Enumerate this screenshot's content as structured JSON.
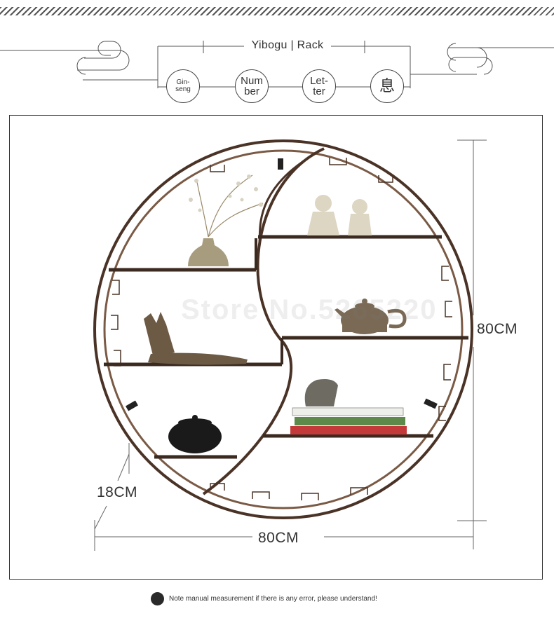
{
  "header": {
    "title": "Yibogu | Rack",
    "badges": [
      {
        "label_top": "Gin-",
        "label_bottom": "seng"
      },
      {
        "label_top": "Num",
        "label_bottom": "ber"
      },
      {
        "label_top": "Let-",
        "label_bottom": "ter"
      },
      {
        "label_top": "息",
        "label_bottom": ""
      }
    ]
  },
  "dimensions": {
    "width": "80CM",
    "height": "80CM",
    "depth": "18CM"
  },
  "watermark": "Store No.5265220",
  "footer": {
    "note": "Note manual measurement if there is any error, please understand!"
  },
  "colors": {
    "frame_metal": "#4a3326",
    "frame_bronze": "#7a5a45",
    "vase": "#a89c7e",
    "teapot": "#7a6a55",
    "lidded_jar": "#1a1a1a",
    "figurine": "#ddd6c3",
    "hand_sculpture": "#6d5a44",
    "books_red": "#c43a3a",
    "books_green": "#5d8a4a",
    "stone": "#6d6b62"
  }
}
